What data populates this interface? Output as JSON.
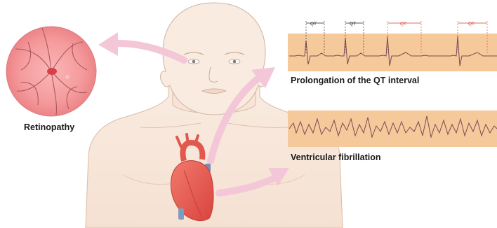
{
  "labels": {
    "retinopathy": "Retinopathy",
    "qt_prolongation": "Prolongation of the QT interval",
    "vfib": "Ventricular fibrillation"
  },
  "ecg_top": {
    "interval_label": "QT",
    "intervals": [
      {
        "label": "QT",
        "color": "#222222"
      },
      {
        "label": "QT",
        "color": "#222222"
      },
      {
        "label": "QT",
        "color": "#d4422c"
      },
      {
        "label": "QT",
        "color": "#d4422c"
      }
    ]
  },
  "colors": {
    "skin": "#f7e6d8",
    "skin_outline": "#c9a996",
    "ecg_band": "#f6c99b",
    "trace": "#7a4a55",
    "arrow": "#f2c4d6",
    "heart": "#e9574f",
    "retina": "#f7a5a5"
  }
}
